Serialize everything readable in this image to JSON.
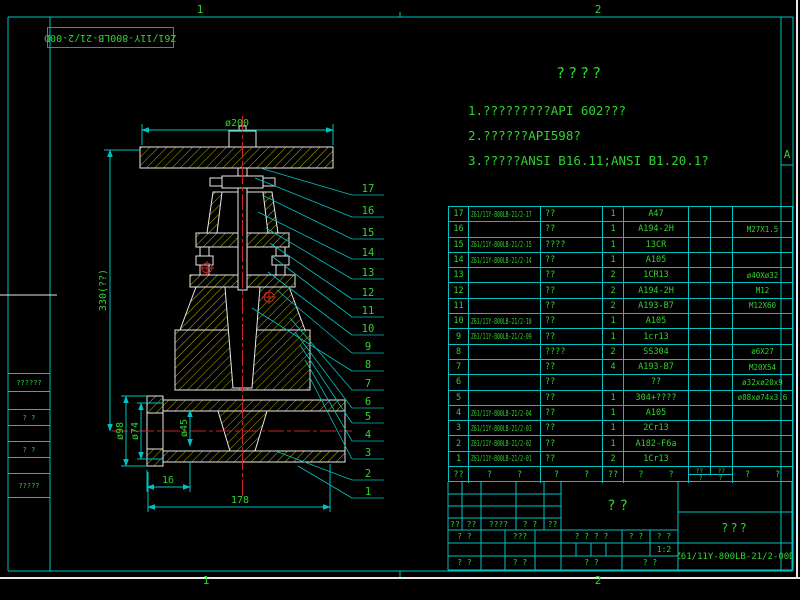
{
  "colors": {
    "line": "#00c2c2",
    "text": "#2fd32f",
    "outline": "#e8e8e8",
    "hatch": "#b5b500",
    "centerline": "#cc2222"
  },
  "stamp": "Z61/11Y-800LB-21/2-00D",
  "border": {
    "top_zone_1": "1",
    "top_zone_2": "2",
    "bottom_zone_1": "1",
    "bottom_zone_2": "2",
    "right_zone_a": "A"
  },
  "title": "????",
  "notes": [
    "1.?????????API 602???",
    "2.??????API598?",
    "3.?????ANSI B16.11;ANSI B1.20.1?"
  ],
  "dims": {
    "flange_dia": "ø200",
    "height": "330(??)",
    "d98": "ø98",
    "d74": "ø74",
    "d45": "ø45",
    "len16": "16",
    "len178": "178"
  },
  "balloons": [
    "17",
    "16",
    "15",
    "14",
    "13",
    "12",
    "11",
    "10",
    "9",
    "8",
    "7",
    "6",
    "5",
    "4",
    "3",
    "2",
    "1"
  ],
  "bom": {
    "header": {
      "no": "??",
      "code": "? ?",
      "name": "? ?",
      "qty": "??",
      "material": "? ?",
      "w1": "??",
      "w2": "??",
      "weight": "? ?",
      "remark": "? ?"
    },
    "rows": [
      [
        "17",
        "Z61/11Y-800LB-21/2-17",
        "??",
        "1",
        "A47",
        "",
        "",
        ""
      ],
      [
        "16",
        "",
        "??",
        "1",
        "A194-2H",
        "",
        "",
        "M27X1.5"
      ],
      [
        "15",
        "Z61/11Y-800LB-21/2-15",
        "????",
        "1",
        "13CR",
        "",
        "",
        ""
      ],
      [
        "14",
        "Z61/11Y-800LB-21/2-14",
        "??",
        "1",
        "A105",
        "",
        "",
        ""
      ],
      [
        "13",
        "",
        "??",
        "2",
        "1CR13",
        "",
        "",
        "ø40Xø32"
      ],
      [
        "12",
        "",
        "??",
        "2",
        "A194-2H",
        "",
        "",
        "M12"
      ],
      [
        "11",
        "",
        "??",
        "2",
        "A193-B7",
        "",
        "",
        "M12X60"
      ],
      [
        "10",
        "Z61/11Y-800LB-21/2-10",
        "??",
        "1",
        "A105",
        "",
        "",
        ""
      ],
      [
        "9",
        "Z61/11Y-800LB-21/2-09",
        "??",
        "1",
        "1cr13",
        "",
        "",
        ""
      ],
      [
        "8",
        "",
        "????",
        "2",
        "SS304",
        "",
        "",
        "ø6X27"
      ],
      [
        "7",
        "",
        "??",
        "4",
        "A193-B7",
        "",
        "",
        "M20X54"
      ],
      [
        "6",
        "",
        "??",
        "",
        "??",
        "",
        "",
        "ø32xø20x9"
      ],
      [
        "5",
        "",
        "??",
        "1",
        "304+????",
        "",
        "",
        "ø88xø74x3.6"
      ],
      [
        "4",
        "Z61/11Y-800LB-21/2-04",
        "??",
        "1",
        "A105",
        "",
        "",
        ""
      ],
      [
        "3",
        "Z61/11Y-800LB-21/2-03",
        "??",
        "1",
        "2Cr13",
        "",
        "",
        ""
      ],
      [
        "2",
        "Z61/11Y-800LB-21/2-02",
        "??",
        "1",
        "A182-F6a",
        "",
        "",
        ""
      ],
      [
        "1",
        "Z61/11Y-800LB-21/2-01",
        "??",
        "2",
        "1Cr13",
        "",
        "",
        ""
      ]
    ]
  },
  "title_block": {
    "rev_cols": [
      "??",
      "??",
      "????",
      "? ?",
      "??"
    ],
    "design_label": "? ?",
    "design_value": "???",
    "check_label": "? ?",
    "check_value": "? ?",
    "stage_label": "? ? ? ?",
    "weight_label": "? ?",
    "scale_label": "? ?",
    "scale_value": "1:2",
    "sheet_left": "? ?",
    "sheet_right": "? ?",
    "part_name": "??",
    "company": "???",
    "drawing_no": "Z61/11Y-800LB-21/2-00D"
  },
  "side_table": {
    "rows": [
      "??????",
      "",
      "? ?",
      "",
      "? ?",
      "",
      "?????"
    ]
  }
}
